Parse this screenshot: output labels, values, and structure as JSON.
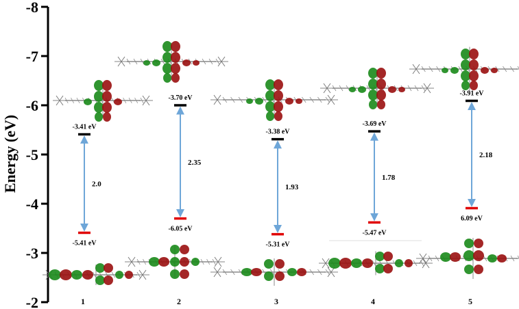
{
  "chart_data": {
    "type": "energy-level-diagram",
    "ylabel": "Energy (eV)",
    "yticks": [
      "-8",
      "-7",
      "-6",
      "-5",
      "-4",
      "-3",
      "-2"
    ],
    "ylim": [
      -8,
      -2
    ],
    "y_inverted": true,
    "compounds": [
      {
        "name": "1",
        "lumo_label": "-3.41 eV",
        "homo_label": "-5.41 eV",
        "gap_label": "2.0",
        "lumo_y": -5.41,
        "homo_y": -3.41
      },
      {
        "name": "2",
        "lumo_label": "-3.70 eV",
        "homo_label": "-6.05 eV",
        "gap_label": "2.35",
        "lumo_y": -6.0,
        "homo_y": -3.7
      },
      {
        "name": "3",
        "lumo_label": "-3.38 eV",
        "homo_label": "-5.31 eV",
        "gap_label": "1.93",
        "lumo_y": -5.31,
        "homo_y": -3.38
      },
      {
        "name": "4",
        "lumo_label": "-3.69 eV",
        "homo_label": "-5.47 eV",
        "gap_label": "1.78",
        "lumo_y": -5.47,
        "homo_y": -3.62
      },
      {
        "name": "5",
        "lumo_label": "-3.91 eV",
        "homo_label": "6.09 eV",
        "gap_label": "2.18",
        "lumo_y": -6.09,
        "homo_y": -3.91
      }
    ],
    "colors": {
      "lumo": "#000000",
      "homo": "#e00000",
      "arrow": "#6ea6d8",
      "orbital_pos": "#1a8a1a",
      "orbital_neg": "#9a1010",
      "skeleton": "#8a8a8a"
    }
  }
}
